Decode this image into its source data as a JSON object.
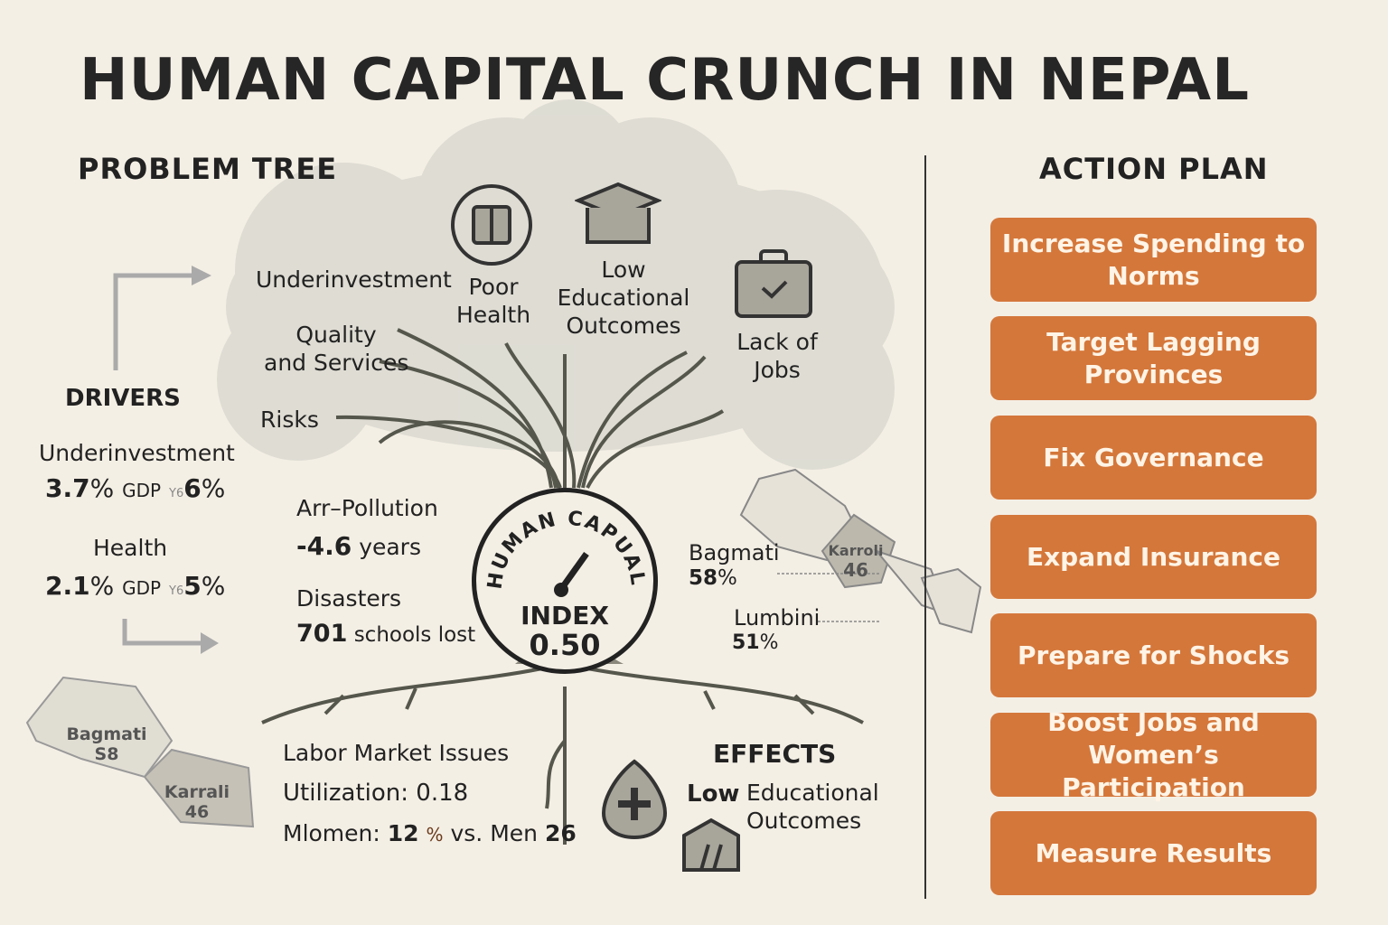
{
  "title": "HUMAN CAPITAL CRUNCH IN NEPAL",
  "problem_tree": {
    "heading": "PROBLEM TREE",
    "canopy": {
      "underinvestment": "Underinvestment",
      "poor_health_1": "Poor",
      "poor_health_2": "Health",
      "low_edu_1": "Low",
      "low_edu_2": "Educational",
      "low_edu_3": "Outcomes",
      "quality_1": "Quality",
      "quality_2": "and Services",
      "risks": "Risks",
      "jobs_1": "Lack of",
      "jobs_2": "Jobs"
    },
    "index": {
      "arc_text": "HUMAN CAPUAL",
      "label": "INDEX",
      "value": "0.50"
    }
  },
  "drivers": {
    "heading": "DRIVERS",
    "underinvestment": {
      "label": "Underinvestment",
      "value": "3.7",
      "pct": "%",
      "gdp": "GDP",
      "sep": "Y6",
      "target": "6",
      "pct2": "%"
    },
    "health": {
      "label": "Health",
      "value": "2.1",
      "pct": "%",
      "gdp": "GDP",
      "sep": "Y6",
      "target": "5",
      "pct2": "%"
    }
  },
  "risks": {
    "pollution": {
      "label": "Arr–Pollution",
      "value": "-4.6",
      "unit": "years"
    },
    "disasters": {
      "label": "Disasters",
      "value": "701",
      "unit": "schools lost"
    }
  },
  "map_right": {
    "bagmati": {
      "label": "Bagmati",
      "value": "58",
      "pct": "%"
    },
    "lumbini": {
      "label": "Lumbini",
      "value": "51",
      "pct": "%"
    },
    "karroli": {
      "label": "Karroli",
      "value": "46"
    }
  },
  "map_left": {
    "bagmati": {
      "label": "Bagmati",
      "value": "S8"
    },
    "karrali": {
      "label": "Karrali",
      "value": "46"
    }
  },
  "labor": {
    "heading": "Labor Market Issues",
    "utilization": "Utilization: 0.18",
    "women_label": "Mlomen:",
    "women_value": "12",
    "pct": "%",
    "vs": "vs. Men",
    "men_value": "26"
  },
  "effects": {
    "heading": "EFFECTS",
    "low": "Low",
    "edu_1": "Educational",
    "edu_2": "Outcomes"
  },
  "action_plan": {
    "heading": "ACTION PLAN",
    "items": [
      "Increase Spending to Norms",
      "Target Lagging Provinces",
      "Fix Governance",
      "Expand Insurance",
      "Prepare for Shocks",
      "Boost Jobs and Women’s Participation",
      "Measure Results"
    ]
  },
  "colors": {
    "background": "#f4efe5",
    "accent": "#d4773b",
    "cloud": "#dcdad2",
    "ink": "#262626"
  }
}
